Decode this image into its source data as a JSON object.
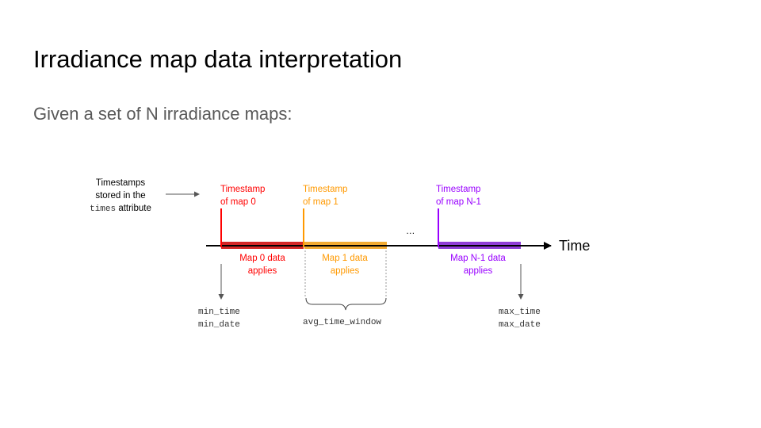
{
  "slide": {
    "title": "Irradiance map data interpretation",
    "subtitle": "Given a set of N irradiance maps:"
  },
  "diagram": {
    "timestamps_note": {
      "line1": "Timestamps",
      "line2": "stored in the",
      "code": "times",
      "line3_suffix": " attribute"
    },
    "axis_label": "Time",
    "ellipsis": "…",
    "maps": [
      {
        "timestamp_line1": "Timestamp",
        "timestamp_line2": "of map 0",
        "data_line1": "Map 0 data",
        "data_line2": "applies",
        "color": "#ff0000"
      },
      {
        "timestamp_line1": "Timestamp",
        "timestamp_line2": "of map 1",
        "data_line1": "Map 1 data",
        "data_line2": "applies",
        "color": "#ff9900"
      },
      {
        "timestamp_line1": "Timestamp",
        "timestamp_line2": "of map N-1",
        "data_line1": "Map N-1 data",
        "data_line2": "applies",
        "color": "#9900ff"
      }
    ],
    "min_labels": {
      "line1": "min_time",
      "line2": "min_date"
    },
    "max_labels": {
      "line1": "max_time",
      "line2": "max_date"
    },
    "window_label": "avg_time_window"
  }
}
